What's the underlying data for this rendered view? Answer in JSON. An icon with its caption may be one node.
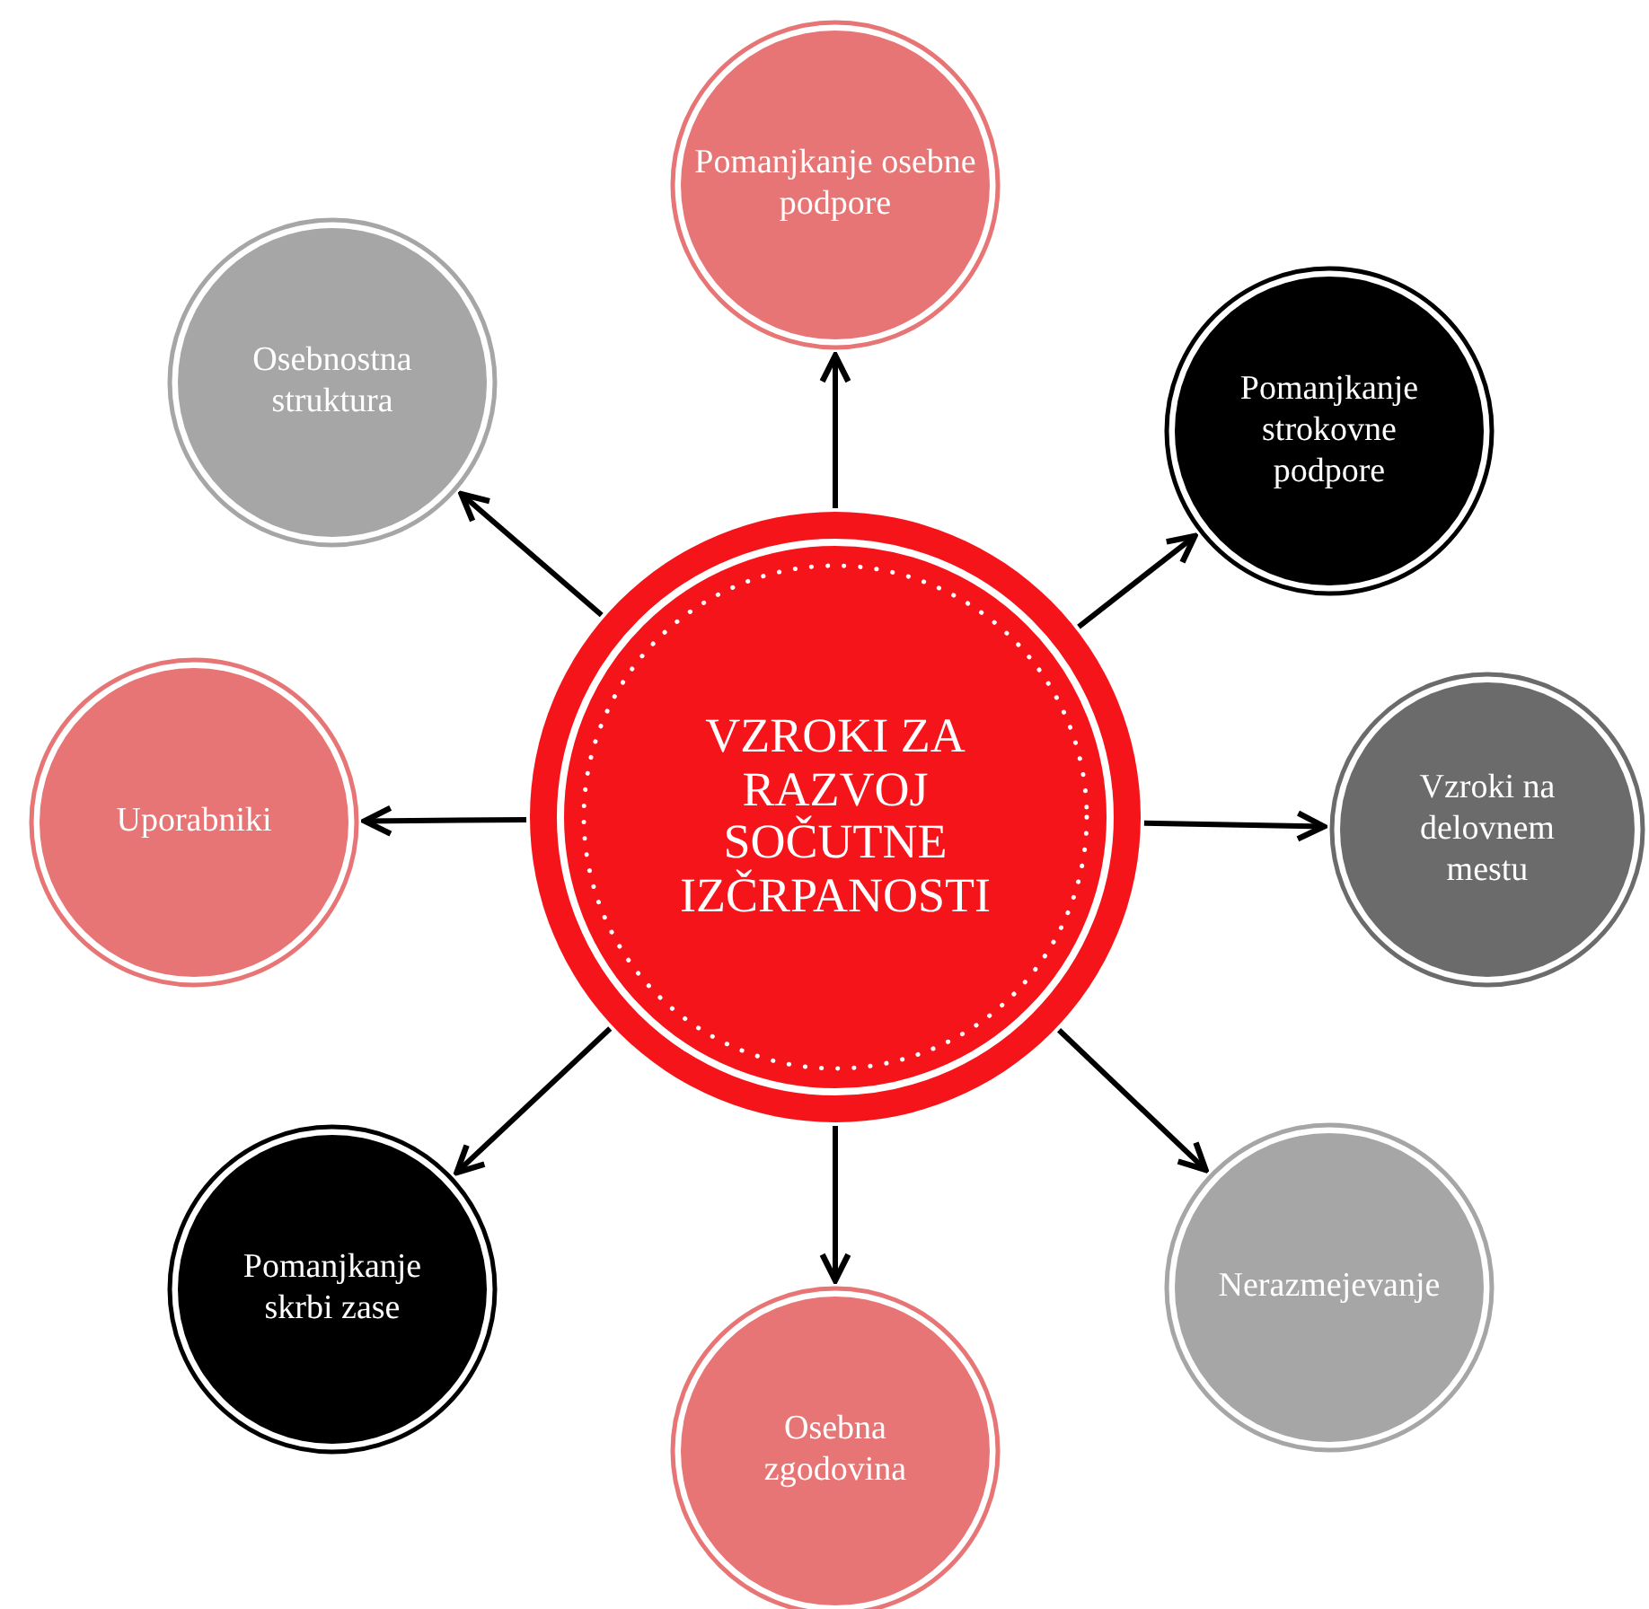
{
  "diagram": {
    "nodes": [
      {
        "text": [
          "VZROKI ZA RAZVOJ SOČUTNE IZČRPANOSTI"
        ]
      },
      {
        "text": [
          "Pomanjkanje osebne podpore"
        ]
      },
      {
        "text": [
          "Pomanjkanje strokovne podpore"
        ]
      },
      {
        "text": [
          "Vzroki na delovnem mestu"
        ]
      },
      {
        "text": [
          "Nerazmejevanje"
        ]
      },
      {
        "text": [
          "Osebna zgodovina"
        ]
      },
      {
        "text": [
          "Pomanjkanje skrbi zase"
        ]
      },
      {
        "text": [
          "Uporabniki"
        ]
      },
      {
        "text": [
          "Osebnostna struktura"
        ]
      }
    ],
    "edges": [
      {
        "from": 0,
        "to": 1,
        "arrow": "to"
      },
      {
        "from": 0,
        "to": 2,
        "arrow": "to"
      },
      {
        "from": 0,
        "to": 3,
        "arrow": "to"
      },
      {
        "from": 0,
        "to": 4,
        "arrow": "to"
      },
      {
        "from": 0,
        "to": 5,
        "arrow": "to"
      },
      {
        "from": 0,
        "to": 6,
        "arrow": "to"
      },
      {
        "from": 0,
        "to": 7,
        "arrow": "to"
      },
      {
        "from": 0,
        "to": 8,
        "arrow": "to"
      }
    ]
  }
}
